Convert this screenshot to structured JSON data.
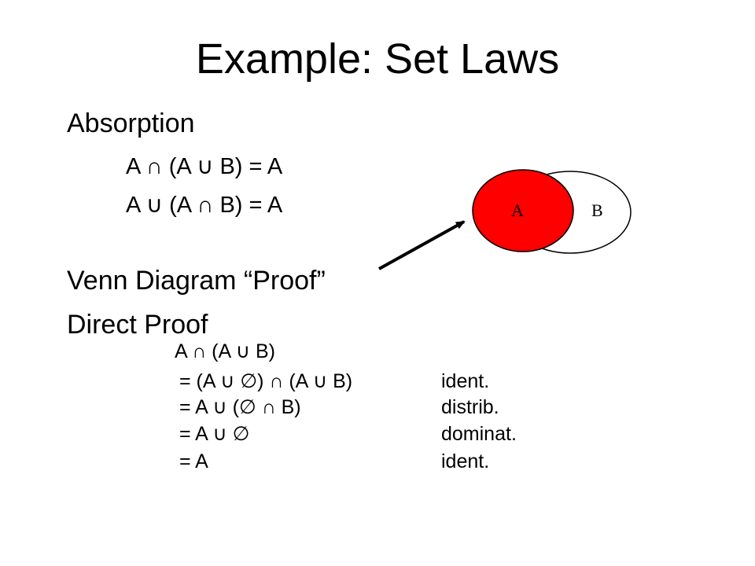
{
  "title": "Example: Set Laws",
  "absorption": {
    "heading": "Absorption",
    "law1": "A ∩ (A ∪ B) = A",
    "law2": "A ∪ (A ∩ B) = A"
  },
  "venn_heading": "Venn Diagram “Proof”",
  "direct_proof": {
    "heading": "Direct Proof",
    "start": "A ∩ (A ∪ B)",
    "steps": [
      {
        "expr": "= (A ∪ ∅) ∩ (A ∪ B)",
        "reason": "ident."
      },
      {
        "expr": "= A ∪ (∅ ∩ B)",
        "reason": "distrib."
      },
      {
        "expr": "= A ∪ ∅",
        "reason": "dominat."
      },
      {
        "expr": "= A",
        "reason": "ident."
      }
    ]
  },
  "venn": {
    "label_a": "A",
    "label_b": "B",
    "fill_a": "#ff0000",
    "fill_b": "#ffffff"
  }
}
